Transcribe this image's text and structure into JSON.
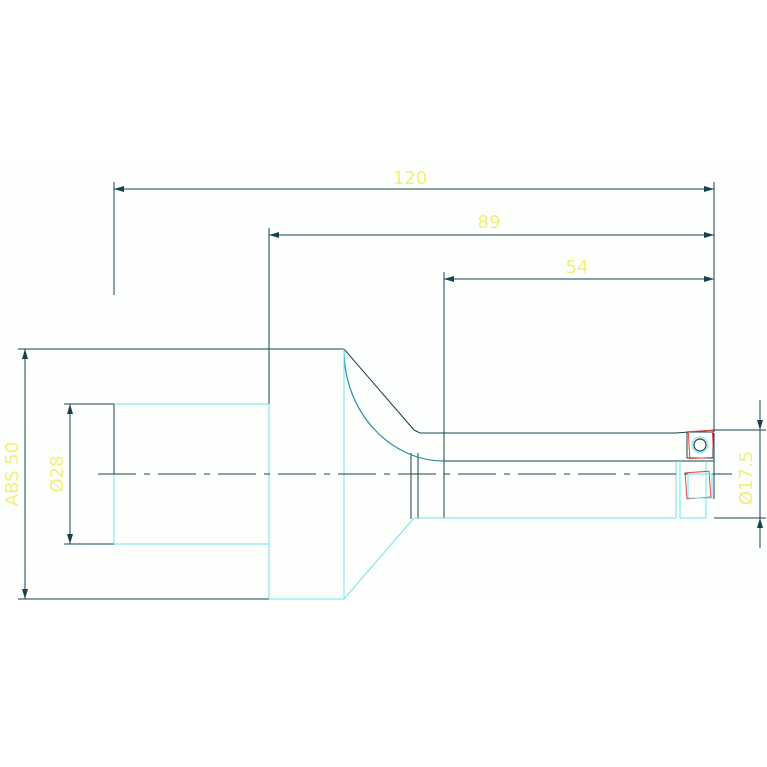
{
  "drawing": {
    "dimensions": {
      "overall_length": "120",
      "length_89": "89",
      "length_54": "54",
      "height_abs": "ABS 50",
      "bore_diameter": "Ø28",
      "end_diameter": "Ø17.5"
    },
    "colors": {
      "background": "#ffffff",
      "sheet": "#fcfffc",
      "outline": "#17414c",
      "hidden_edge": "#74e3ea",
      "fillet": "#2b8f9e",
      "dimension_text": "#f2ef7a",
      "marker_red": "#e24a4a"
    }
  }
}
